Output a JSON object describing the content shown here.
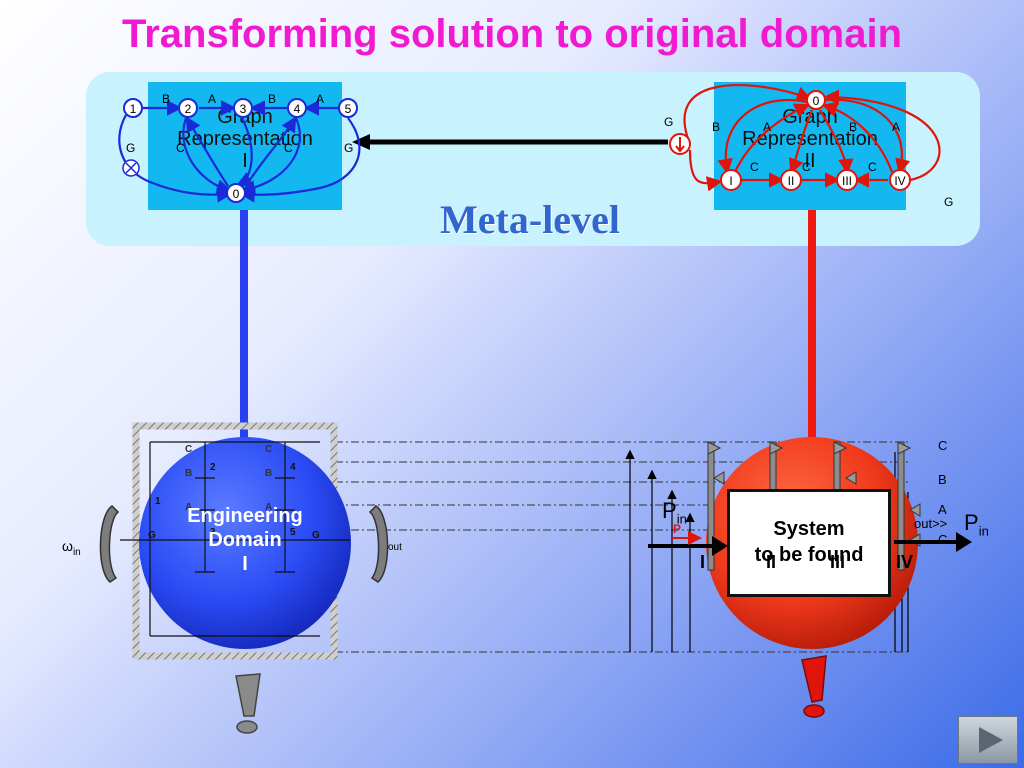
{
  "title": "Transforming solution to original domain",
  "meta_label": "Meta-level",
  "left_graph": {
    "caption_line1": "Graph",
    "caption_line2": "Representation",
    "caption_line3": "I",
    "nodes": [
      "1",
      "2",
      "3",
      "4",
      "5",
      "0"
    ],
    "edge_labels": [
      "B",
      "A",
      "B",
      "A",
      "G",
      "G",
      "C",
      "C"
    ]
  },
  "right_graph": {
    "caption_line1": "Graph",
    "caption_line2": "Representation",
    "caption_line3": "II",
    "nodes": [
      "0",
      "I",
      "II",
      "III",
      "IV"
    ],
    "edge_labels": [
      "B",
      "A",
      "B",
      "A",
      "C",
      "C",
      "C",
      "G",
      "G"
    ]
  },
  "engineering": {
    "line1": "Engineering",
    "line2": "Domain",
    "line3": "I",
    "omega_in": "ω",
    "omega_in_sub": "in",
    "omega_out_sub": "out",
    "circuit_labels": [
      "C",
      "B",
      "A",
      "1",
      "2",
      "3",
      "G",
      "C",
      "B",
      "A",
      "4",
      "5",
      "G"
    ]
  },
  "system": {
    "line1": "System",
    "line2": "to be found",
    "node_labels": [
      "I",
      "II",
      "III",
      "IV"
    ],
    "p_in_left": "P",
    "p_in_left_sub": "in",
    "p_small": "P",
    "p_in_right": "P",
    "p_in_right_sub": "in",
    "out_marker": "out>>",
    "right_labels": [
      "C",
      "B",
      "A",
      "C"
    ]
  },
  "colors": {
    "title": "#f01bd0",
    "meta_panel": "#c8f2fd",
    "graph_box": "#13b8f0",
    "blue_link": "#2a3ff0",
    "red_link": "#ee1a10",
    "sphere_blue": "#2b4cf5",
    "sphere_red": "#f03a1c"
  },
  "icons": [
    "phone-handset-left-icon",
    "phone-handset-right-icon",
    "exclamation-gray-icon",
    "exclamation-red-icon",
    "play-arrow-icon"
  ]
}
